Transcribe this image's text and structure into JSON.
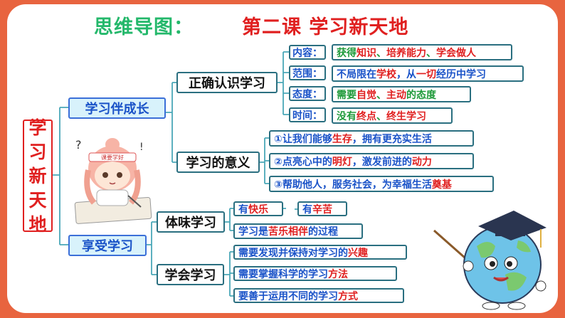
{
  "header": {
    "left_title": "思维导图：",
    "right_title": "第二课    学习新天地"
  },
  "root": "学习新天地",
  "branch1": {
    "label": "学习伴成长",
    "sub1": {
      "label": "正确认识学习",
      "rows": [
        {
          "tag": "内容：",
          "parts": [
            [
              "获得",
              "g"
            ],
            [
              "知识",
              "r"
            ],
            [
              "、",
              "g"
            ],
            [
              "培养能力",
              "r"
            ],
            [
              "、",
              "g"
            ],
            [
              "学会做人",
              "r"
            ]
          ]
        },
        {
          "tag": "范围：",
          "parts": [
            [
              "不局限在",
              "b"
            ],
            [
              "学校",
              "r"
            ],
            [
              "，从",
              "b"
            ],
            [
              "一切",
              "r"
            ],
            [
              "经历中学习",
              "b"
            ]
          ]
        },
        {
          "tag": "态度：",
          "parts": [
            [
              "需要",
              "g"
            ],
            [
              "自觉",
              "r"
            ],
            [
              "、",
              "g"
            ],
            [
              "主动",
              "r"
            ],
            [
              "的态度",
              "g"
            ]
          ]
        },
        {
          "tag": "时间：",
          "parts": [
            [
              "没有",
              "g"
            ],
            [
              "终点",
              "r"
            ],
            [
              "、",
              "g"
            ],
            [
              "终生学习",
              "r"
            ]
          ]
        }
      ]
    },
    "sub2": {
      "label": "学习的意义",
      "rows": [
        {
          "parts": [
            [
              "①让我们能够",
              "b"
            ],
            [
              "生存",
              "r"
            ],
            [
              "，拥有更充实生活",
              "b"
            ]
          ]
        },
        {
          "parts": [
            [
              "②点亮心中的",
              "b"
            ],
            [
              "明灯",
              "r"
            ],
            [
              "，激发前进的",
              "b"
            ],
            [
              "动力",
              "r"
            ]
          ]
        },
        {
          "parts": [
            [
              "③帮助他人，服务社会，为幸福生活",
              "b"
            ],
            [
              "奠基",
              "r"
            ]
          ]
        }
      ]
    }
  },
  "branch2": {
    "label": "享受学习",
    "sub1": {
      "label": "体味学习",
      "rows": [
        {
          "parts": [
            [
              "有",
              "b"
            ],
            [
              "快乐",
              "r"
            ]
          ]
        },
        {
          "parts": [
            [
              "有",
              "b"
            ],
            [
              "辛苦",
              "r"
            ]
          ]
        },
        {
          "parts": [
            [
              "学习是",
              "b"
            ],
            [
              "苦乐相伴",
              "r"
            ],
            [
              "的过程",
              "b"
            ]
          ]
        }
      ]
    },
    "sub2": {
      "label": "学会学习",
      "rows": [
        {
          "parts": [
            [
              "需要发现并保持对学习的",
              "b"
            ],
            [
              "兴趣",
              "r"
            ]
          ]
        },
        {
          "parts": [
            [
              "需要掌握科学的学习",
              "b"
            ],
            [
              "方法",
              "r"
            ]
          ]
        },
        {
          "parts": [
            [
              "要善于运用不同的学习",
              "b"
            ],
            [
              "方式",
              "r"
            ]
          ]
        }
      ]
    }
  },
  "illustrations": {
    "student_headband": "课要学好"
  },
  "colors": {
    "frame": "#e8643f",
    "accent_red": "#e02020",
    "accent_green": "#1e9a3a",
    "accent_blue": "#1a53c8",
    "line": "#4aa8b8"
  }
}
